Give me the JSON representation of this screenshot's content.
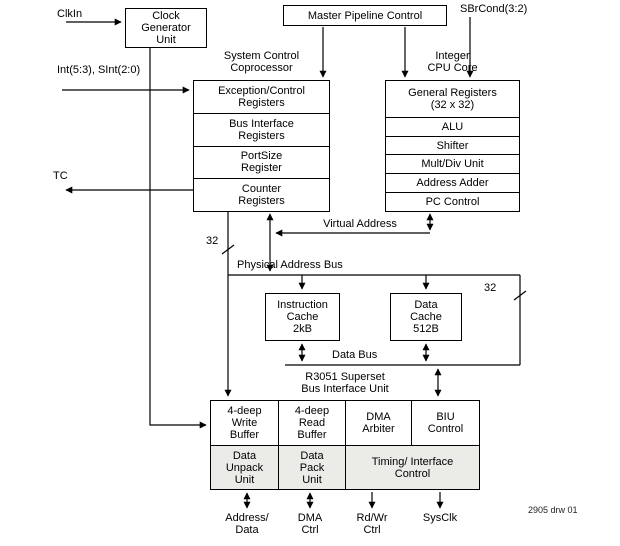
{
  "diagram": {
    "footnote": "2905 drw 01",
    "pins": {
      "clkin": "ClkIn",
      "int": "Int(5:3), SInt(2:0)",
      "tc": "TC",
      "sbrcond": "SBrCond(3:2)",
      "address_data": "Address/\nData",
      "dma_ctrl": "DMA\nCtrl",
      "rdwr_ctrl": "Rd/Wr\nCtrl",
      "sysclk": "SysClk"
    },
    "blocks": {
      "clock_generator": "Clock\nGenerator\nUnit",
      "master_pipeline": "Master Pipeline Control",
      "system_control": {
        "title": "System Control\nCoprocessor",
        "rows": [
          "Exception/Control\nRegisters",
          "Bus Interface\nRegisters",
          "PortSize\nRegister",
          "Counter\nRegisters"
        ]
      },
      "cpu_core": {
        "title": "Integer\nCPU Core",
        "rows": [
          "General Registers\n(32 x 32)",
          "ALU",
          "Shifter",
          "Mult/Div Unit",
          "Address Adder",
          "PC Control"
        ]
      },
      "icache": "Instruction\nCache\n2kB",
      "dcache": "Data\nCache\n512B",
      "biu": {
        "title": "R3051 Superset\nBus Interface Unit",
        "cells_row1": [
          "4-deep\nWrite\nBuffer",
          "4-deep\nRead\nBuffer",
          "DMA\nArbiter",
          "BIU\nControl"
        ],
        "cells_row2": [
          "Data\nUnpack\nUnit",
          "Data\nPack\nUnit",
          "Timing/ Interface\nControl"
        ]
      }
    },
    "buses": {
      "virtual_address": "Virtual Address",
      "physical_address": "Physical Address Bus",
      "data_bus": "Data Bus",
      "width_left": "32",
      "width_right": "32"
    }
  }
}
